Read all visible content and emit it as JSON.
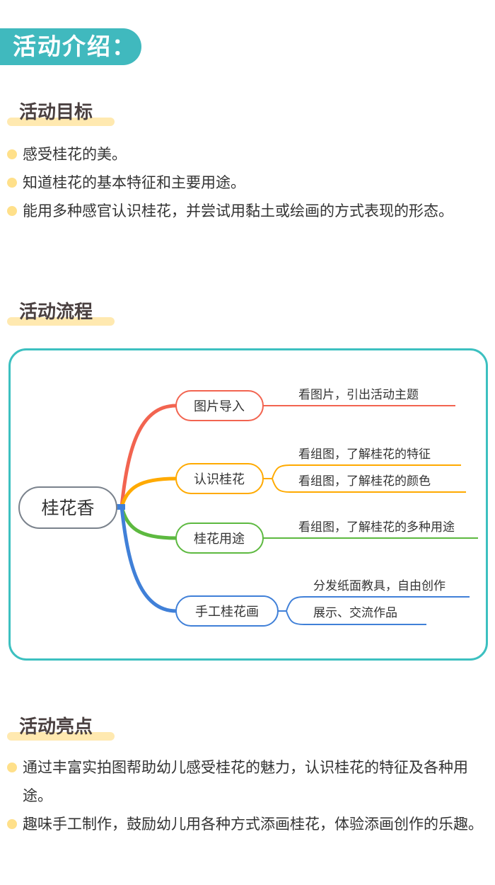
{
  "header": {
    "title": "活动介绍："
  },
  "goals": {
    "title": "活动目标",
    "items": [
      "感受桂花的美。",
      "知道桂花的基本特征和主要用途。",
      "能用多种感官认识桂花，并尝试用黏土或绘画的方式表现的形态。"
    ]
  },
  "process": {
    "title": "活动流程",
    "root": "桂花香",
    "branches": [
      {
        "label": "图片导入",
        "color": "#F26450",
        "leaves": [
          "看图片，引出活动主题"
        ]
      },
      {
        "label": "认识桂花",
        "color": "#FFAA00",
        "leaves": [
          "看组图，了解桂花的特征",
          "看组图，了解桂花的颜色"
        ]
      },
      {
        "label": "桂花用途",
        "color": "#5DB940",
        "leaves": [
          "看组图，了解桂花的多种用途"
        ]
      },
      {
        "label": "手工桂花画",
        "color": "#4080D8",
        "leaves": [
          "分发纸面教具，自由创作",
          "展示、交流作品"
        ]
      }
    ]
  },
  "highlights": {
    "title": "活动亮点",
    "items": [
      "通过丰富实拍图帮助幼儿感受桂花的魅力，认识桂花的特征及各种用途。",
      "趣味手工制作，鼓励幼儿用各种方式添画桂花，体验添画创作的乐趣。"
    ]
  }
}
